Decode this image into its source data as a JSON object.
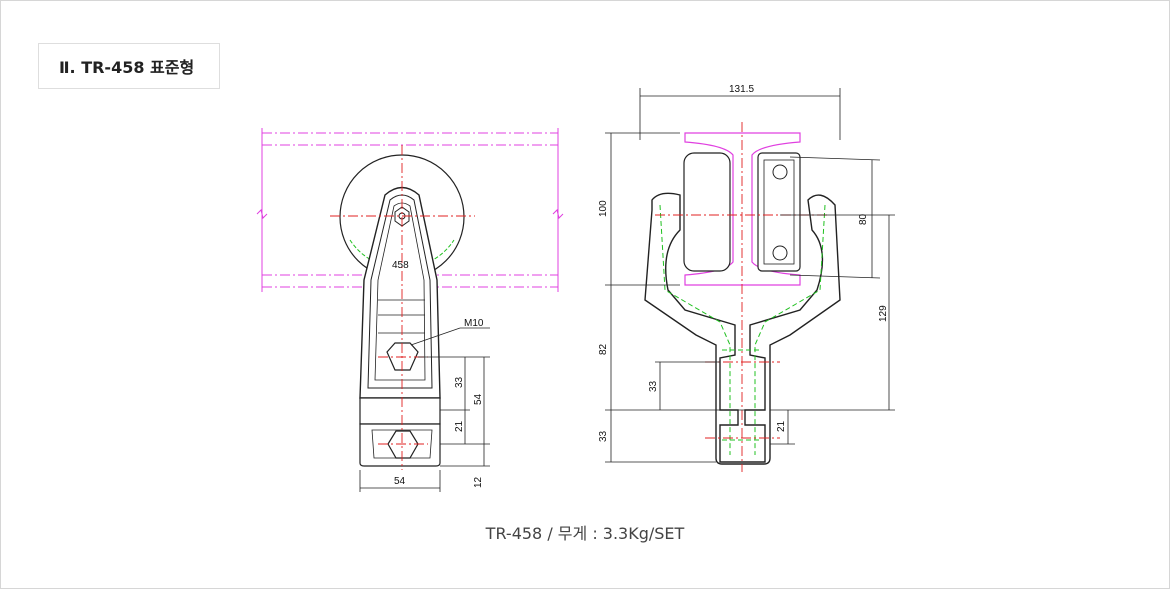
{
  "section": {
    "title": "Ⅱ. TR-458 표준형"
  },
  "caption": "TR-458 / 무게 : 3.3Kg/SET",
  "drawing": {
    "side_view": {
      "wheel_label": "458",
      "bolt_label": "M10",
      "dims": {
        "d33": "33",
        "d54": "54",
        "d21": "21",
        "d12": "12",
        "width54": "54"
      }
    },
    "front_view": {
      "dims": {
        "top": "131.5",
        "d100": "100",
        "d80": "80",
        "d129": "129",
        "d82": "82",
        "d33a": "33",
        "d33b": "33",
        "d21": "21"
      }
    }
  },
  "colors": {
    "outline": "#222222",
    "centerline": "#e02020",
    "rail": "#e040e0",
    "hidden": "#20c020"
  }
}
